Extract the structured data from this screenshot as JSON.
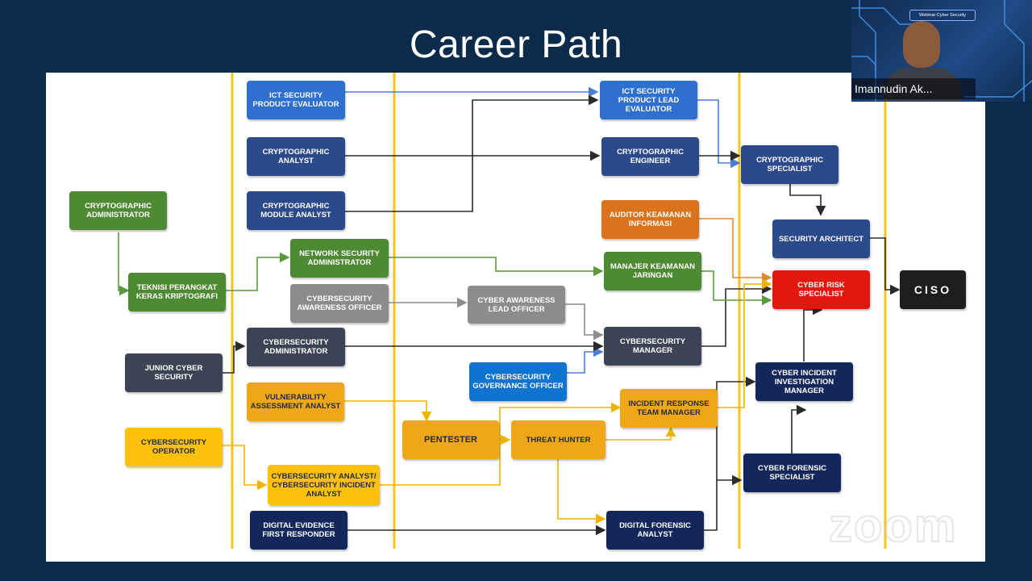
{
  "slide": {
    "title": "Career Path",
    "roles": {
      "ict_security_product_evaluator": "ICT SECURITY PRODUCT EVALUATOR",
      "cryptographic_analyst": "CRYPTOGRAPHIC ANALYST",
      "cryptographic_module_analyst": "CRYPTOGRAPHIC MODULE ANALYST",
      "cryptographic_administrator": "CRYPTOGRAPHIC ADMINISTRATOR",
      "teknisi_perangkat_keras": "TEKNISI PERANGKAT KERAS KRIPTOGRAFI",
      "network_security_administrator": "NETWORK SECURITY ADMINISTRATOR",
      "cybersecurity_awareness_officer": "CYBERSECURITY AWARENESS OFFICER",
      "junior_cyber_security": "JUNIOR CYBER SECURITY",
      "cybersecurity_administrator": "CYBERSECURITY ADMINISTRATOR",
      "vulnerability_assessment_analyst": "VULNERABILITY ASSESSMENT ANALYST",
      "cybersecurity_operator": "CYBERSECURITY OPERATOR",
      "cybersecurity_incident_analyst": "CYBERSECURITY ANALYST/ CYBERSECURITY INCIDENT ANALYST",
      "digital_evidence_first_responder": "DIGITAL EVIDENCE FIRST RESPONDER",
      "cyber_awareness_lead_officer": "CYBER AWARENESS LEAD OFFICER",
      "cybersecurity_governance_officer": "CYBERSECURITY GOVERNANCE OFFICER",
      "pentester": "PENTESTER",
      "threat_hunter": "THREAT HUNTER",
      "ict_security_product_lead_evaluator": "ICT SECURITY PRODUCT LEAD EVALUATOR",
      "cryptographic_engineer": "CRYPTOGRAPHIC ENGINEER",
      "auditor_keamanan_informasi": "AUDITOR KEAMANAN INFORMASI",
      "manajer_keamanan_jaringan": "MANAJER KEAMANAN JARINGAN",
      "cybersecurity_manager": "CYBERSECURITY MANAGER",
      "incident_response_team_manager": "INCIDENT RESPONSE TEAM MANAGER",
      "digital_forensic_analyst": "DIGITAL FORENSIC ANALYST",
      "cryptographic_specialist": "CRYPTOGRAPHIC SPECIALIST",
      "security_architect": "SECURITY ARCHITECT",
      "cyber_risk_specialist": "CYBER RISK SPECIALIST",
      "cyber_incident_investigation_manager": "CYBER INCIDENT INVESTIGATION MANAGER",
      "cyber_forensic_specialist": "CYBER FORENSIC SPECIALIST",
      "ciso": "CISO"
    }
  },
  "webcam": {
    "participant_name": "Imannudin Ak...",
    "badge_text": "Webinar Cyber Security"
  },
  "watermark": "zoom",
  "colors": {
    "background": "#0c2b4a",
    "column_divider": "#f5c518",
    "connector_dark": "#2b2b2b",
    "connector_blue": "#4a7fd4",
    "connector_green": "#5a9a3a",
    "connector_yellow": "#f0b400",
    "connector_orange": "#e08a2a"
  }
}
